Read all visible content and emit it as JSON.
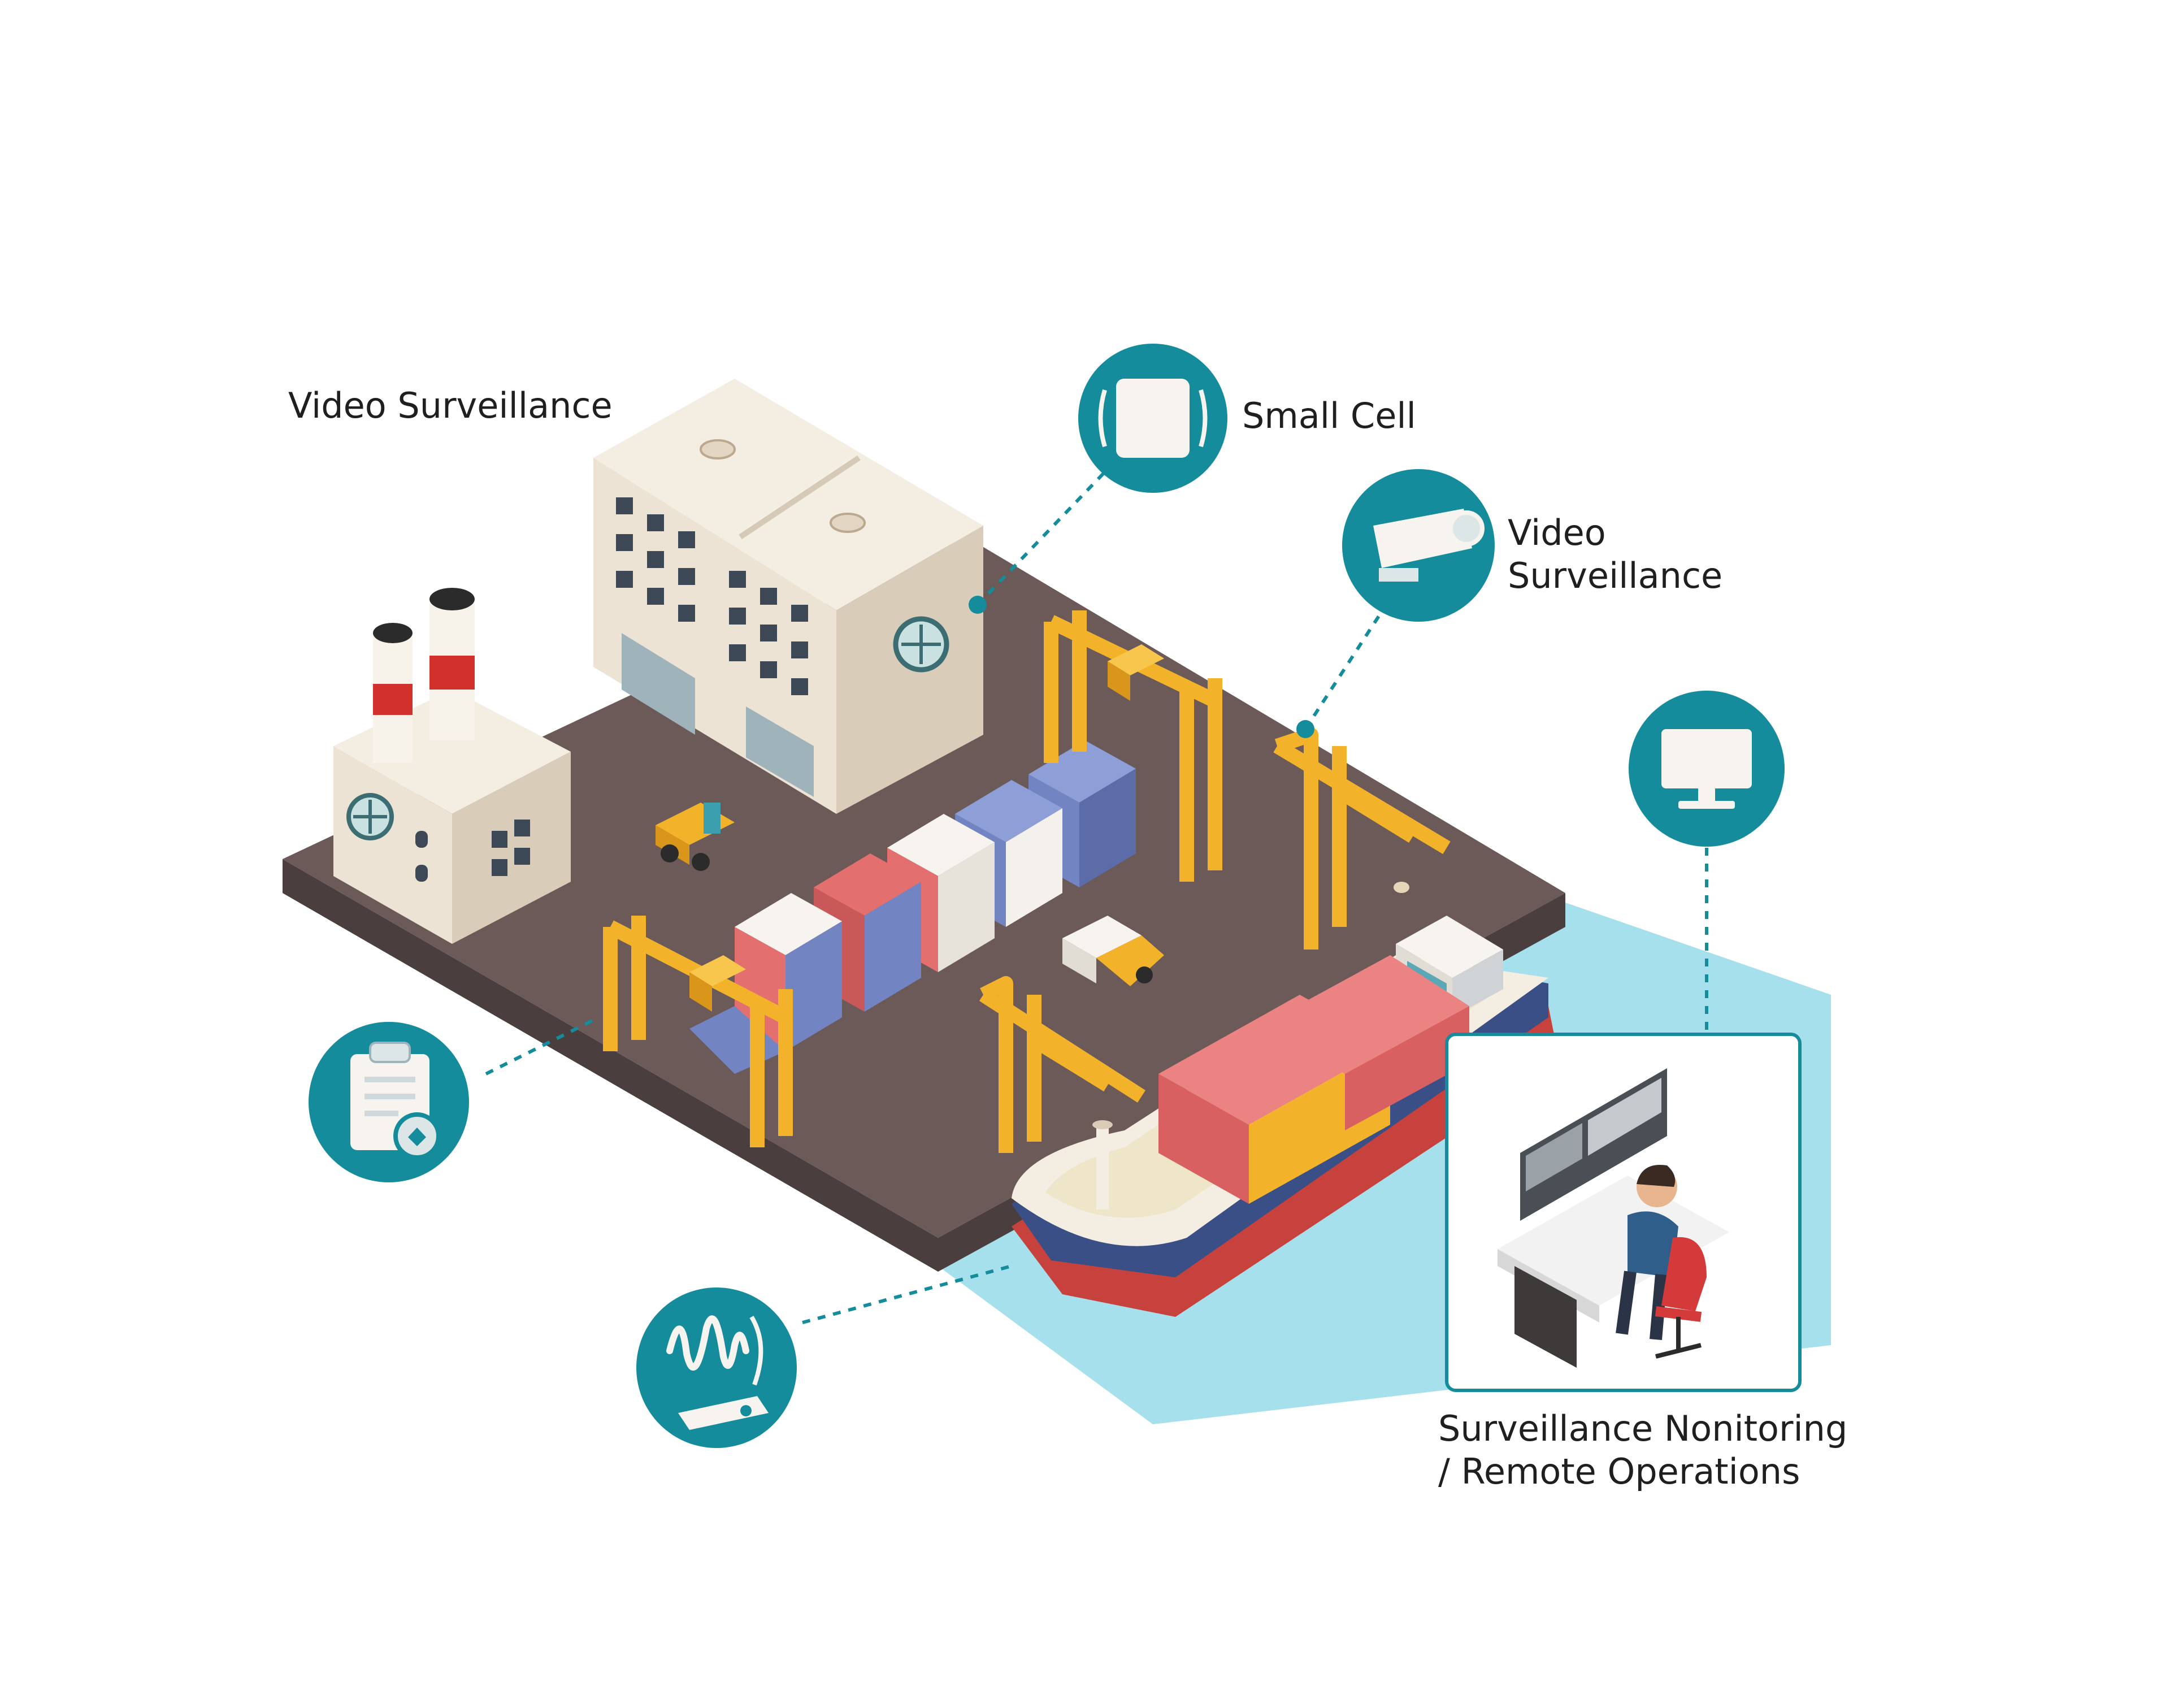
{
  "labels": {
    "video_surveillance_top_left": "Video Surveillance",
    "small_cell": "Small Cell",
    "video_surveillance_right": [
      "Video",
      "Surveillance"
    ],
    "surveillance_monitoring": [
      "Surveillance Nonitoring",
      "/ Remote Operations"
    ]
  },
  "colors": {
    "icon_teal": "#148c9c",
    "dock_floor": "#6b5a58",
    "water": "#a6e0ec",
    "crane_yellow": "#f2b32a",
    "container_red": "#e36f6f",
    "container_blue": "#7f8fc9",
    "container_white": "#f7f4ef",
    "building_beige": "#ece2d3",
    "hull_red": "#c8423d",
    "hull_navy": "#3a4f86"
  },
  "icons": [
    "small-cell-icon",
    "cctv-camera-icon",
    "monitor-icon",
    "clipboard-icon",
    "signal-sensor-icon"
  ]
}
